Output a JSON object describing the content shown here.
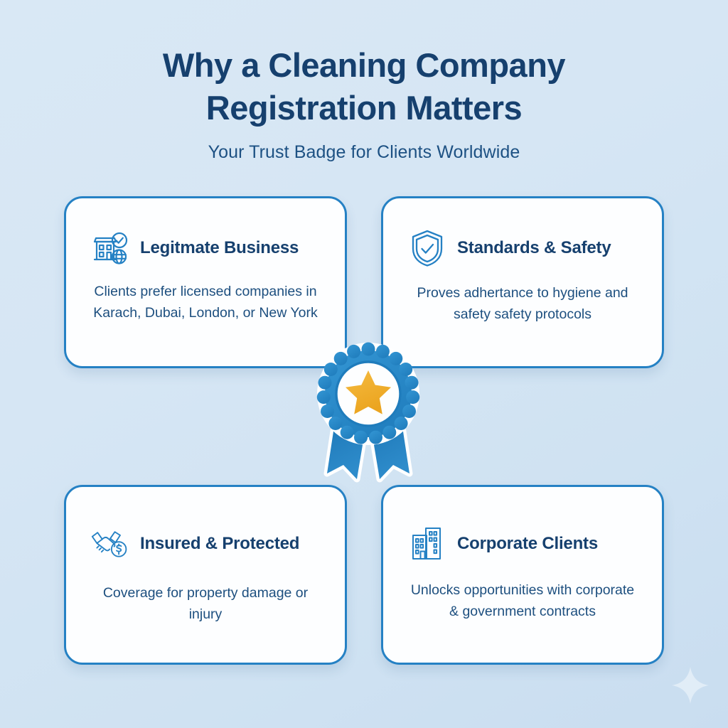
{
  "header": {
    "title_line1": "Why a Cleaning Company",
    "title_line2": "Registration Matters",
    "subtitle": "Your Trust Badge for Clients Worldwide"
  },
  "theme": {
    "background_top": "#D9E8F5",
    "background_bottom": "#C9DDF0",
    "card_background": "#FDFEFF",
    "card_border": "#2581C4",
    "heading_color": "#16406E",
    "body_text_color": "#1D4F7F",
    "icon_color": "#2581C4",
    "badge_blue": "#2E8CCB",
    "badge_star_gold": "#EFAC2E"
  },
  "cards": [
    {
      "id": "legitimate-business",
      "title": "Legitmate Business",
      "body": "Clients prefer licensed companies in Karach, Dubai, London, or New York",
      "icon": "building-check-globe-icon"
    },
    {
      "id": "standards-safety",
      "title": "Standards & Safety",
      "body": "Proves adhertance to hygiene and safety safety protocols",
      "icon": "shield-check-icon"
    },
    {
      "id": "insured-protected",
      "title": "Insured & Protected",
      "body": "Coverage for property damage or injury",
      "icon": "handshake-dollar-icon"
    },
    {
      "id": "corporate-clients",
      "title": "Corporate Clients",
      "body": "Unlocks opportunities with corporate & government contracts",
      "icon": "office-buildings-icon"
    }
  ],
  "center_badge": {
    "name": "award-ribbon-badge",
    "symbol": "star",
    "ribbon_tails": 2
  },
  "decoration": {
    "sparkle": "four-point-sparkle"
  }
}
